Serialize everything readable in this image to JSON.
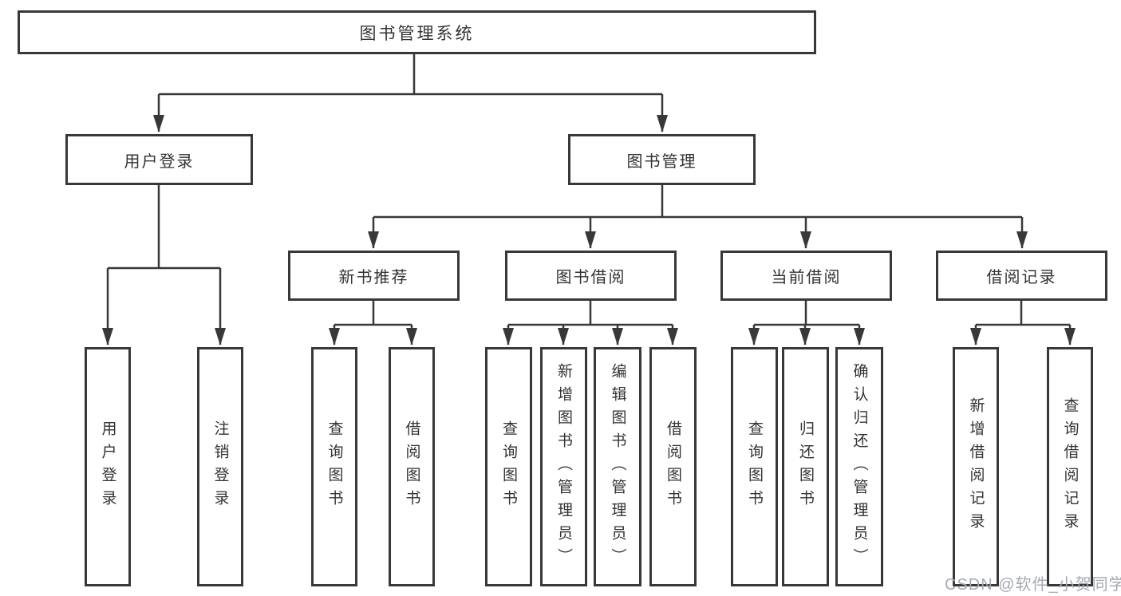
{
  "tree": {
    "root": "图书管理系统",
    "children": [
      {
        "label": "用户登录",
        "children": [
          "用户登录",
          "注销登录"
        ]
      },
      {
        "label": "图书管理",
        "children": [
          {
            "label": "新书推荐",
            "children": [
              "查询图书",
              "借阅图书"
            ]
          },
          {
            "label": "图书借阅",
            "children": [
              "查询图书",
              "新增图书（管理员）",
              "编辑图书（管理员）",
              "借阅图书"
            ]
          },
          {
            "label": "当前借阅",
            "children": [
              "查询图书",
              "归还图书",
              "确认归还（管理员）"
            ]
          },
          {
            "label": "借阅记录",
            "children": [
              "新增借阅记录",
              "查询借阅记录"
            ]
          }
        ]
      }
    ]
  },
  "watermark": "CSDN @软件_小贺同学",
  "colors": {
    "line": "#383838",
    "box_border": "#383838",
    "text": "#333333",
    "watermark": "#a4a9b3",
    "background": "#ffffff"
  }
}
